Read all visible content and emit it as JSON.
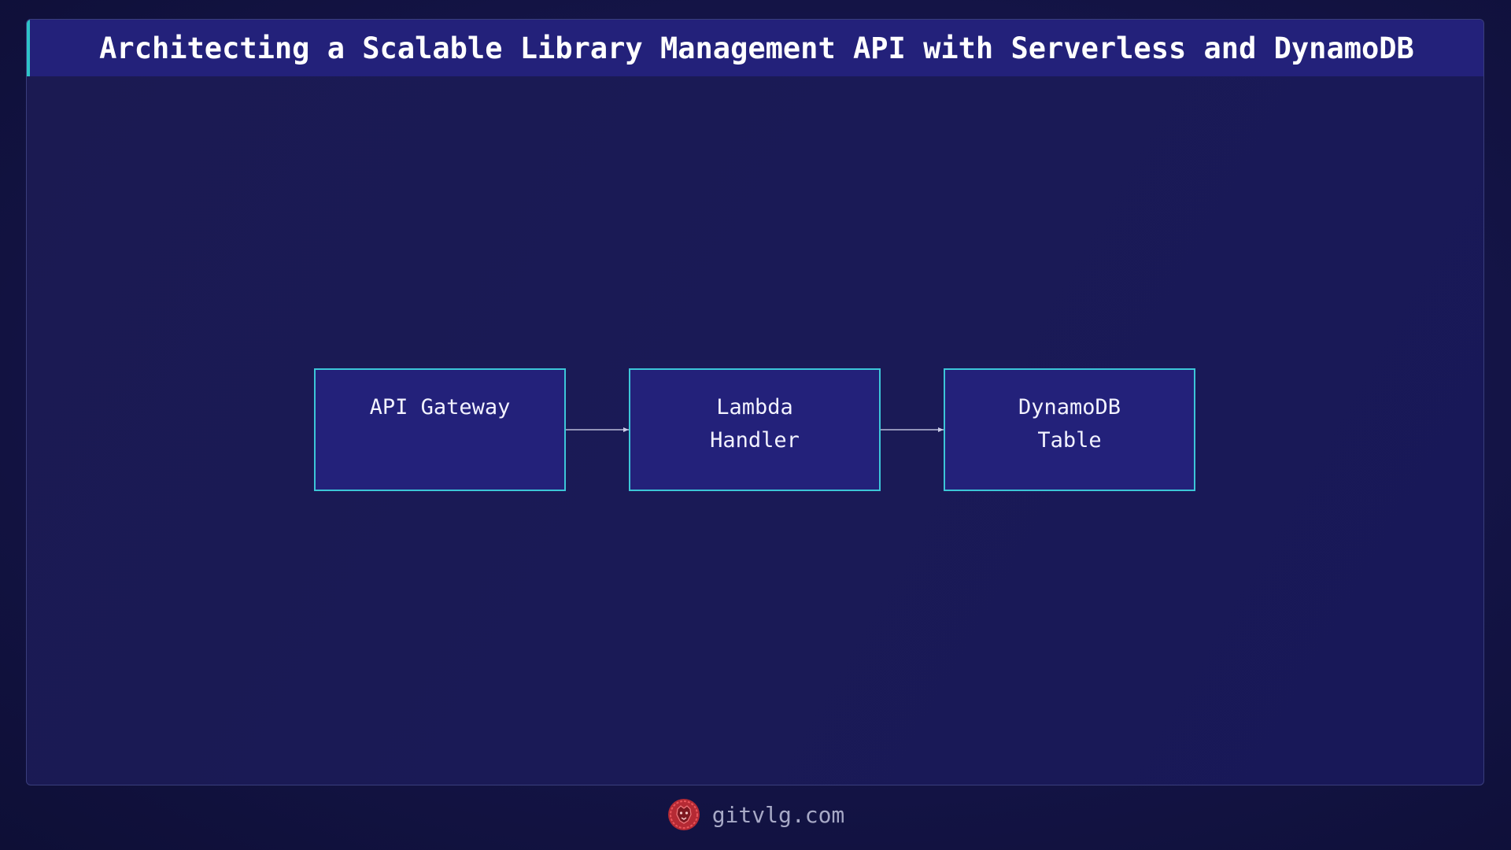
{
  "title": "Architecting a Scalable Library Management API with Serverless and DynamoDB",
  "diagram": {
    "nodes": [
      {
        "id": "api-gateway",
        "label": "API Gateway"
      },
      {
        "id": "lambda-handler",
        "label": "Lambda\nHandler"
      },
      {
        "id": "dynamodb-table",
        "label": "DynamoDB\nTable"
      }
    ],
    "edges": [
      {
        "from": "api-gateway",
        "to": "lambda-handler"
      },
      {
        "from": "lambda-handler",
        "to": "dynamodb-table"
      }
    ]
  },
  "footer": {
    "site": "gitvlg.com",
    "logo_icon": "lion-logo-icon"
  },
  "colors": {
    "background": "#141447",
    "title_bar": "#23217a",
    "accent": "#2ec4c8",
    "node_border": "#3cc6d8",
    "node_fill": "#23217a",
    "logo": "#d8363c"
  }
}
